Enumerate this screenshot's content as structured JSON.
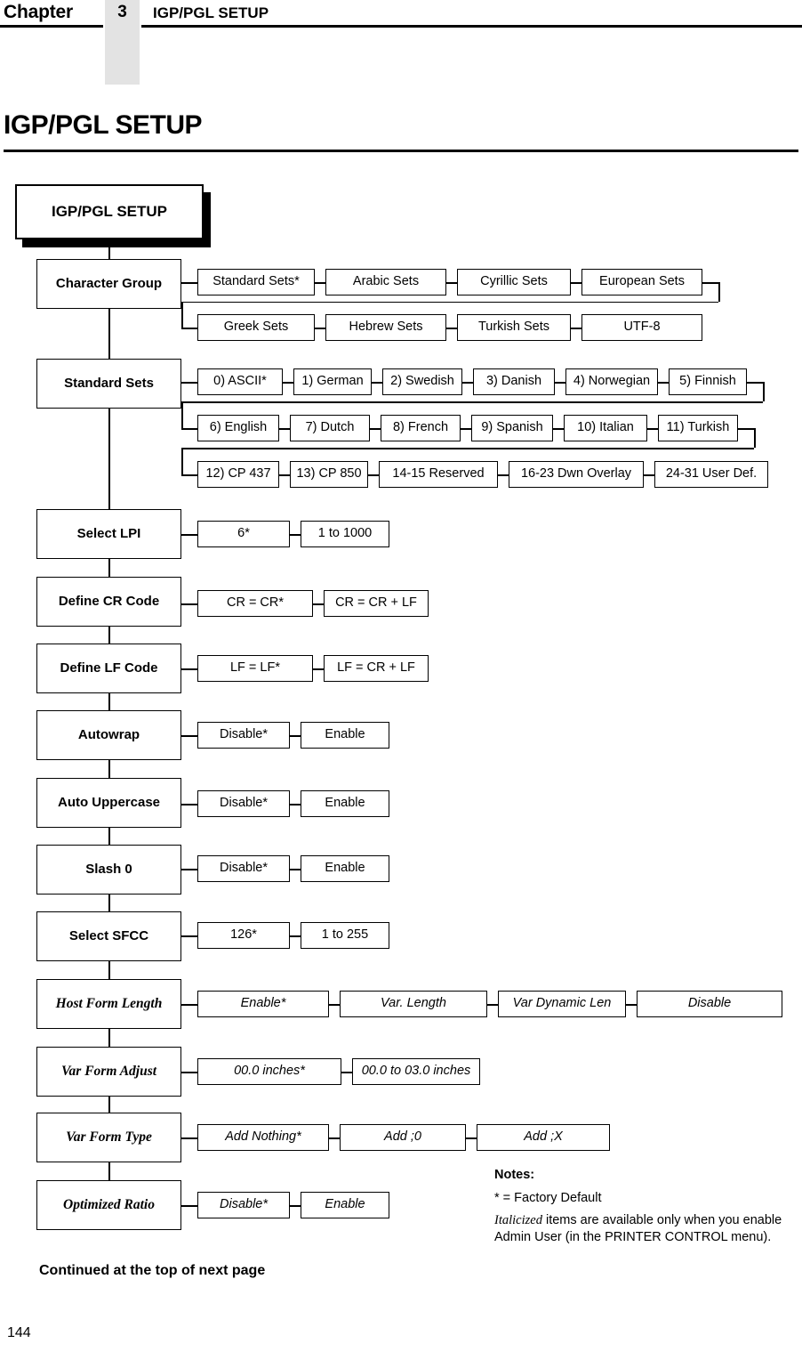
{
  "header": {
    "chapter_label": "Chapter",
    "chapter_number": "3",
    "running_title": "IGP/PGL SETUP"
  },
  "page_title": "IGP/PGL SETUP",
  "root_node": "IGP/PGL SETUP",
  "menu": [
    {
      "name": "Character Group",
      "italic": false,
      "rows": [
        [
          "Standard Sets*",
          "Arabic Sets",
          "Cyrillic Sets",
          "European Sets"
        ],
        [
          "Greek Sets",
          "Hebrew Sets",
          "Turkish Sets",
          "UTF-8"
        ]
      ]
    },
    {
      "name": "Standard Sets",
      "italic": false,
      "rows": [
        [
          "0) ASCII*",
          "1) German",
          "2) Swedish",
          "3) Danish",
          "4) Norwegian",
          "5) Finnish"
        ],
        [
          "6) English",
          "7) Dutch",
          "8) French",
          "9) Spanish",
          "10) Italian",
          "11) Turkish"
        ],
        [
          "12) CP 437",
          "13) CP 850",
          "14-15 Reserved",
          "16-23 Dwn Overlay",
          "24-31 User Def."
        ]
      ]
    },
    {
      "name": "Select LPI",
      "italic": false,
      "rows": [
        [
          "6*",
          "1 to 1000"
        ]
      ]
    },
    {
      "name": "Define CR Code",
      "italic": false,
      "rows": [
        [
          "CR = CR*",
          "CR = CR + LF"
        ]
      ]
    },
    {
      "name": "Define LF Code",
      "italic": false,
      "rows": [
        [
          "LF = LF*",
          "LF = CR + LF"
        ]
      ]
    },
    {
      "name": "Autowrap",
      "italic": false,
      "rows": [
        [
          "Disable*",
          "Enable"
        ]
      ]
    },
    {
      "name": "Auto Uppercase",
      "italic": false,
      "rows": [
        [
          "Disable*",
          "Enable"
        ]
      ]
    },
    {
      "name": "Slash 0",
      "italic": false,
      "rows": [
        [
          "Disable*",
          "Enable"
        ]
      ]
    },
    {
      "name": "Select SFCC",
      "italic": false,
      "rows": [
        [
          "126*",
          "1 to 255"
        ]
      ]
    },
    {
      "name": "Host Form Length",
      "italic": true,
      "rows": [
        [
          "Enable*",
          "Var. Length",
          "Var Dynamic Len",
          "Disable"
        ]
      ]
    },
    {
      "name": "Var Form Adjust",
      "italic": true,
      "rows": [
        [
          "00.0 inches*",
          "00.0 to 03.0 inches"
        ]
      ]
    },
    {
      "name": "Var Form Type",
      "italic": true,
      "rows": [
        [
          "Add Nothing*",
          "Add ;0",
          "Add ;X"
        ]
      ]
    },
    {
      "name": "Optimized Ratio",
      "italic": true,
      "rows": [
        [
          "Disable*",
          "Enable"
        ]
      ]
    }
  ],
  "notes": {
    "heading": "Notes:",
    "line1": "* = Factory Default",
    "line2_italic_word": "Italicized",
    "line2_rest": " items are available only when you enable Admin User (in the PRINTER CONTROL menu)."
  },
  "continued": "Continued at the top of next page",
  "folio": "144"
}
